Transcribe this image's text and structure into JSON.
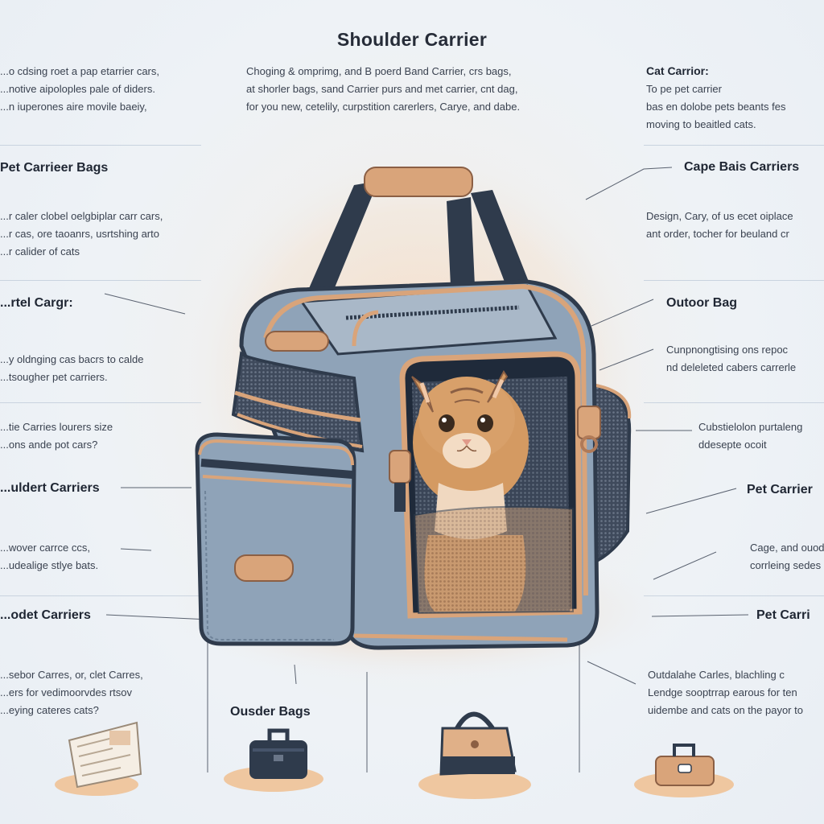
{
  "title": "Shoulder Carrier",
  "top_text": {
    "left": "...o cdsing roet a pap etarrier cars,\n...notive aipoloples pale of diders.\n...n iuperones aire movile baeiy,",
    "center": "Choging & omprimg, and B poerd Band Carrier, crs bags,\nat shorler bags, sand Carrier purs and met carrier, cnt dag,\nfor you new, cetelily, curpstition carerlers, Carye, and dabe.",
    "right_head": "Cat Carrior:",
    "right": "To pe pet carrier\nbas en dolobe pets beants fes\nmoving to beaitled cats."
  },
  "left_sections": [
    {
      "heading": "Pet Carrieer Bags",
      "text": "...r caler clobel oelgbiplar carr cars,\n...r cas, ore taoanrs, usrtshing arto\n...r calider of cats"
    },
    {
      "heading": "...rtel Cargr:",
      "text": "...y oldnging cas bacrs to calde\n...tsougher pet carriers."
    },
    {
      "heading": "",
      "text": "...tie Carries lourers size\n...ons ande pot cars?"
    },
    {
      "heading": "...uldert Carriers",
      "text": "...wover carrce ccs,\n...udealige stlye bats."
    },
    {
      "heading": "...odet Carriers",
      "text": "...sebor Carres, or, clet Carres,\n...ers for vedimoorvdes rtsov\n...eying cateres cats?"
    }
  ],
  "right_sections": [
    {
      "heading": "Cape Bais Carriers",
      "text": "Design, Cary, of us ecet oiplace\nant order, tocher for beuland cr"
    },
    {
      "heading": "Outoor Bag",
      "text": "Cunpnongtising ons repoc\nnd deleleted cabers carrerle"
    },
    {
      "heading": "",
      "text": "Cubstielolon purtaleng\nddesepte ocoit"
    },
    {
      "heading": "Pet Carrier",
      "text": "Cage, and ouodele\ncorrleing sedes ca"
    },
    {
      "heading": "Pet Carri",
      "text": "Outdalahe Carles, blachling c\nLendge sooptrrap earous for ten\nuidembe and cats on the payor to"
    }
  ],
  "bottom_label": "Ousder Bags",
  "colors": {
    "bag_blue": "#8fa3b8",
    "trim_tan": "#d9a47a",
    "strap_navy": "#2f3b4c",
    "cat_fur": "#d49a62"
  },
  "icons": [
    "newspaper-icon",
    "small-bag-icon",
    "tote-bag-icon",
    "tan-bag-icon"
  ]
}
